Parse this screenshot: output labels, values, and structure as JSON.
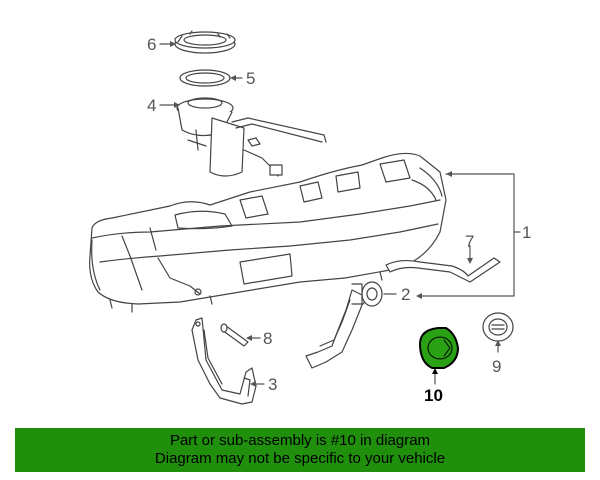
{
  "callouts": {
    "c1": "1",
    "c2": "2",
    "c3": "3",
    "c4": "4",
    "c5": "5",
    "c6": "6",
    "c7": "7",
    "c8": "8",
    "c9": "9",
    "c10": "10"
  },
  "highlight_color": "#1f8f0c",
  "banner": {
    "line1": "Part or sub-assembly is #10 in diagram",
    "line2": "Diagram may not be specific to your vehicle",
    "background": "#1f8f0c"
  }
}
